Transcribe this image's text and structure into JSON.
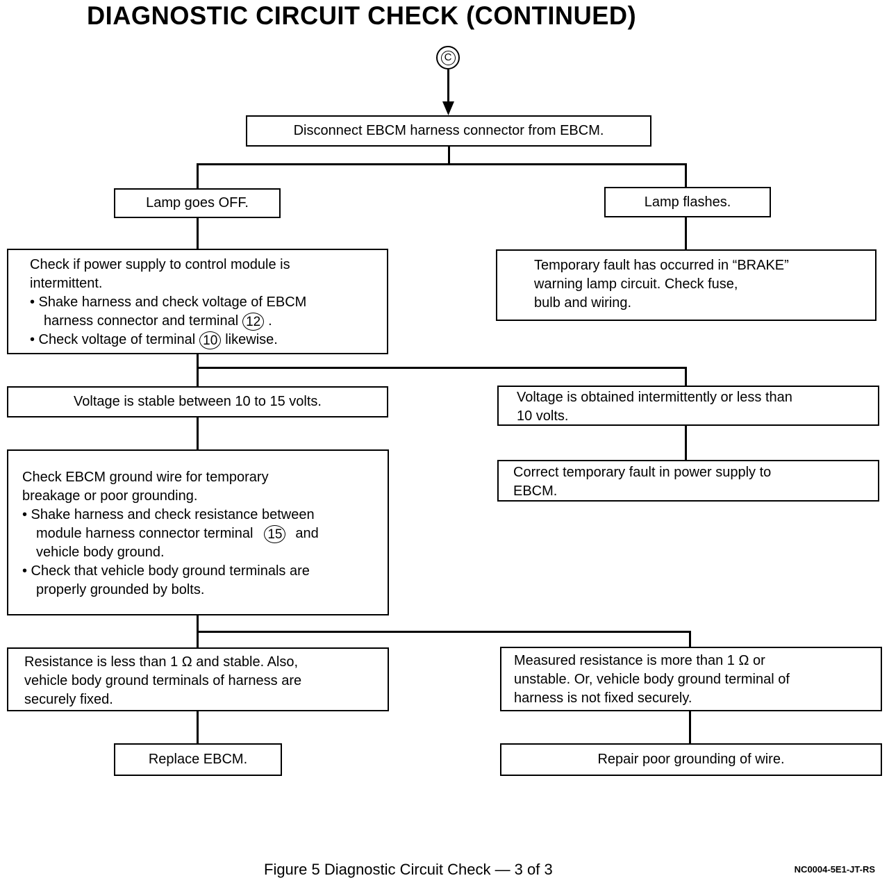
{
  "title": "DIAGNOSTIC CIRCUIT CHECK (CONTINUED)",
  "connector": "C",
  "boxes": {
    "disconnect": "Disconnect EBCM harness connector from EBCM.",
    "lamp_off": "Lamp goes OFF.",
    "lamp_flash": "Lamp flashes.",
    "check_power": {
      "l1": "Check if power supply to control module is",
      "l2": "intermittent.",
      "l3": "• Shake harness and check voltage of EBCM",
      "l4a": "harness connector and terminal",
      "l4_term": "12",
      "l4b": ".",
      "l5a": "• Check voltage of terminal",
      "l5_term": "10",
      "l5b": "likewise."
    },
    "temp_fault": {
      "l1": "Temporary fault has occurred in “BRAKE”",
      "l2": "warning lamp circuit. Check fuse,",
      "l3": "bulb and wiring."
    },
    "voltage_stable": "Voltage is stable between 10 to 15 volts.",
    "voltage_intermittent": {
      "l1": "Voltage is obtained intermittently or less than",
      "l2": "10 volts."
    },
    "correct_fault": {
      "l1": "Correct temporary fault in power supply to",
      "l2": "EBCM."
    },
    "check_ground": {
      "l1": "Check EBCM ground wire for temporary",
      "l2": "breakage or poor grounding.",
      "l3": "• Shake harness and check resistance between",
      "l4a": "module harness connector terminal",
      "l4_term": "15",
      "l4b": "and",
      "l5": "vehicle body ground.",
      "l6": "• Check that vehicle body ground terminals are",
      "l7": "properly grounded by bolts."
    },
    "resistance_ok": {
      "l1": "Resistance is less than 1 Ω and stable. Also,",
      "l2": "vehicle body ground terminals of harness are",
      "l3": "securely fixed."
    },
    "resistance_bad": {
      "l1": "Measured resistance is more than 1 Ω or",
      "l2": "unstable. Or, vehicle body ground terminal of",
      "l3": "harness is not fixed securely."
    },
    "replace": "Replace EBCM.",
    "repair": "Repair poor grounding of wire."
  },
  "caption": "Figure 5 Diagnostic Circuit Check — 3 of 3",
  "figure_code": "NC0004-5E1-JT-RS"
}
